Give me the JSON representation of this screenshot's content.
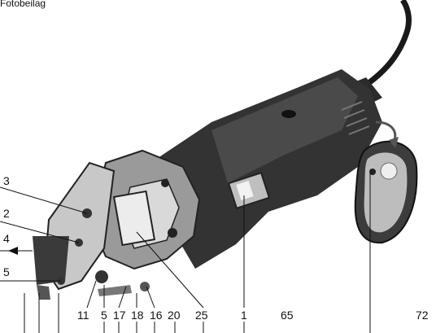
{
  "figure": {
    "title_fragment": "Fotobeilag",
    "labels": {
      "l3": "3",
      "l2": "2",
      "l4": "4",
      "l5": "5",
      "b11": "11",
      "b5": "5",
      "b17": "17",
      "b18": "18",
      "b16": "16",
      "b20": "20",
      "b25": "25",
      "b1": "1",
      "b65": "65",
      "b72": "72"
    }
  }
}
